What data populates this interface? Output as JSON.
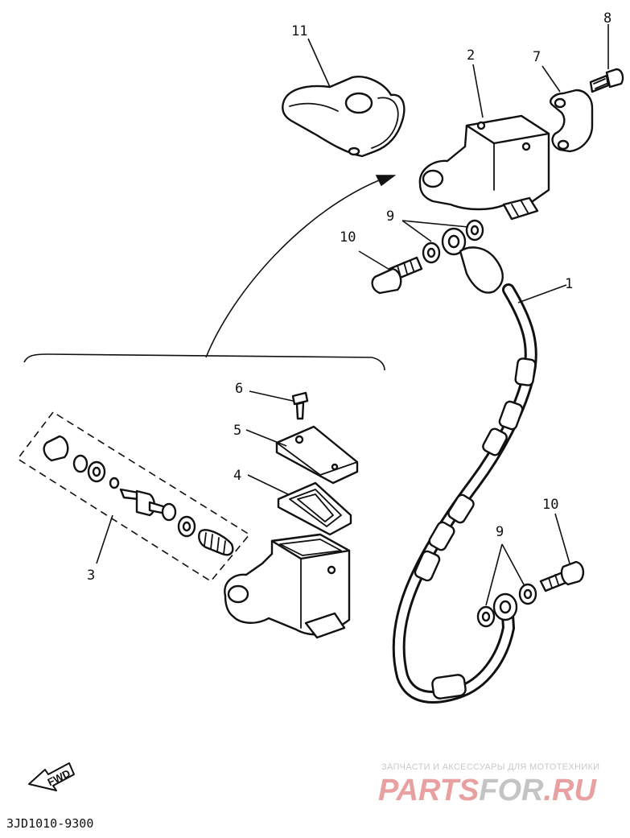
{
  "callouts": {
    "c1": "1",
    "c2": "2",
    "c3": "3",
    "c4": "4",
    "c5": "5",
    "c6": "6",
    "c7": "7",
    "c8": "8",
    "c9_top": "9",
    "c9_bottom": "9",
    "c10_top": "10",
    "c10_bottom": "10",
    "c11": "11"
  },
  "fwd_label": "FWD",
  "diagram_code": "3JD1010-9300",
  "watermark": {
    "tagline": "ЗАПЧАСТИ И АКСЕССУАРЫ ДЛЯ МОТОТЕХНИКИ",
    "brand_a": "PARTS",
    "brand_b": "FOR",
    "brand_c": ".RU",
    "color_red": "#e8a0a0",
    "color_grey": "#c4c4c4"
  }
}
